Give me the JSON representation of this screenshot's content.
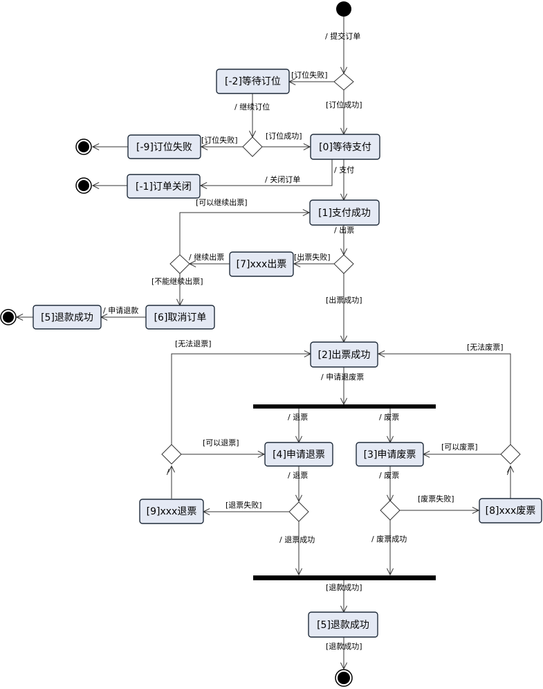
{
  "states": {
    "wait_book": "[-2]等待订位",
    "wait_pay": "[0]等待支付",
    "book_fail": "[-9]订位失败",
    "order_closed": "[-1]订单关闭",
    "pay_ok": "[1]支付成功",
    "ticket_xxx": "[7]xxx出票",
    "refund_ok_side": "[5]退款成功",
    "cancel_order": "[6]取消订单",
    "ticket_ok": "[2]出票成功",
    "apply_refund": "[4]申请退票",
    "apply_void": "[3]申请废票",
    "refund_xxx": "[9]xxx退票",
    "void_xxx": "[8]xxx废票",
    "refund_ok_main": "[5]退款成功"
  },
  "labels": {
    "submit": "/ 提交订单",
    "book_fail_1": "[订位失败]",
    "book_ok_1": "[订位成功]",
    "continue_book": "/ 继续订位",
    "book_fail_2": "[订位失败]",
    "book_ok_2": "[订位成功]",
    "pay": "/ 支付",
    "close_order": "/ 关闭订单",
    "can_continue": "[可以继续出票]",
    "issue": "/ 出票",
    "issue_fail": "[出票失败]",
    "continue_issue": "/ 继续出票",
    "cannot_continue": "[不能继续出票]",
    "issue_ok": "[出票成功]",
    "apply_refund_arrow": "/ 申请退款",
    "cannot_refund": "[无法退票]",
    "cannot_void": "[无法废票]",
    "apply_refund_void": "/ 申请退废票",
    "refund_fork": "/ 退票",
    "void_fork": "/ 废票",
    "can_refund": "[可以退票]",
    "can_void": "[可以废票]",
    "refund_act": "/ 退票",
    "void_act": "/ 废票",
    "refund_fail": "[退票失败]",
    "void_fail": "[废票失败]",
    "refund_success": "/ 退票成功",
    "void_success": "/ 废票成功",
    "money_ok_1": "[退款成功]",
    "money_ok_2": "[退款成功]",
    "slash_left": "/",
    "slash_right": "/"
  },
  "colors": {
    "state_fill": "#e4e9f4",
    "state_border": "#1f2b3a",
    "line": "#333333"
  }
}
